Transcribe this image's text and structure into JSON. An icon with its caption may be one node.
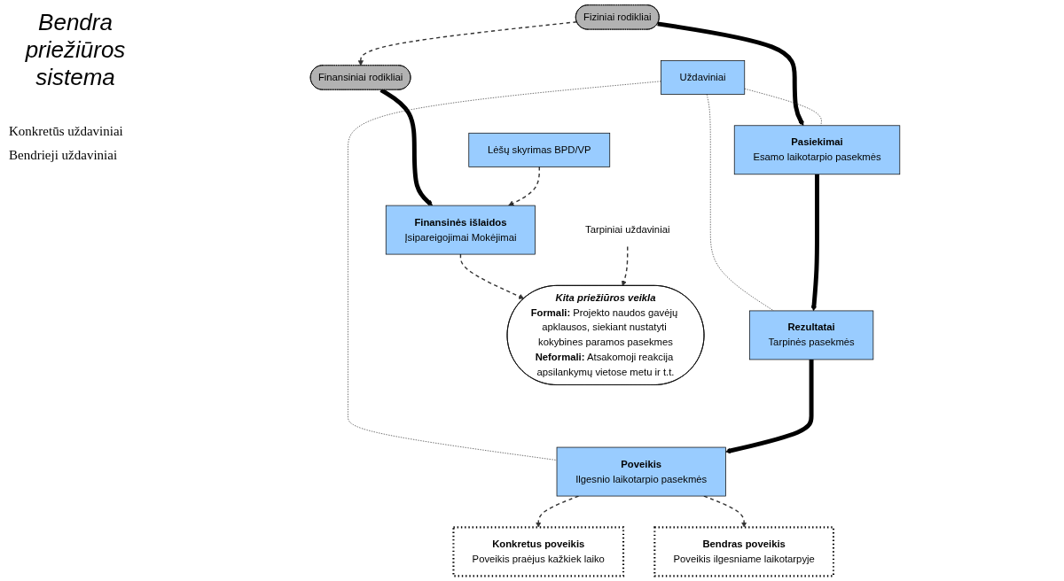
{
  "diagram": {
    "title": "Bendra priežiūros sistema",
    "nodes": [
      {
        "text": [
          "Fiziniai rodikliai"
        ]
      },
      {
        "text": [
          "Finansiniai rodikliai"
        ]
      },
      {
        "text": [
          "Lėšų skyrimas BPD/VP"
        ]
      },
      {
        "text": [
          "Pasiekimai",
          "Esamo laikotarpio pasekmės"
        ]
      },
      {
        "text": [
          "Finansinės išlaidos",
          "Įsipareigojimai Mokėjimai"
        ]
      },
      {
        "text": [
          "Uždaviniai"
        ]
      },
      {
        "text": [
          "Rezultatai",
          "Tarpinės pasekmės"
        ]
      },
      {
        "text": [
          "Tarpiniai uždaviniai"
        ]
      },
      {
        "text": [
          "Kita priežiūros veikla",
          "**Formali:** Projekto naudos gavėjų apklausos, siekiant nustatyti kokybines paramos pasekmes",
          "**Neformali:** Atsakomoji reakcija apsilankymų vietose metu ir t.t."
        ]
      },
      {
        "text": [
          "Poveikis",
          "Ilgesnio laikotarpio pasekmės"
        ]
      },
      {
        "text": [
          "Konkretus poveikis",
          "Poveikis praėjus kažkiek laiko"
        ]
      },
      {
        "text": [
          "Bendras poveikis",
          "Poveikis ilgesniame laikotarpyje"
        ]
      }
    ],
    "edges": [
      {
        "from": 0,
        "to": 1,
        "arrow": "to",
        "style": "dashed"
      },
      {
        "from": 0,
        "to": 3,
        "arrow": "to",
        "style": "thick"
      },
      {
        "from": 1,
        "to": 4,
        "arrow": "to",
        "style": "thick"
      },
      {
        "from": 2,
        "to": 4,
        "arrow": "to",
        "style": "dashed"
      },
      {
        "from": 5,
        "to": 3,
        "arrow": "none",
        "style": "dashed"
      },
      {
        "from": 5,
        "to": 6,
        "arrow": "none",
        "style": "dashed"
      },
      {
        "from": 5,
        "to": 9,
        "arrow": "none",
        "style": "dashed"
      },
      {
        "from": 3,
        "to": 6,
        "arrow": "to",
        "style": "thick"
      },
      {
        "from": 6,
        "to": 9,
        "arrow": "to",
        "style": "thick"
      },
      {
        "from": 4,
        "to": 8,
        "arrow": "to",
        "style": "dashed"
      },
      {
        "from": 7,
        "to": 8,
        "arrow": "to",
        "style": "dashed"
      },
      {
        "from": 9,
        "to": 10,
        "arrow": "to",
        "style": "dashed"
      },
      {
        "from": 9,
        "to": 11,
        "arrow": "to",
        "style": "dashed"
      }
    ],
    "labels": [
      "Konkretūs uždaviniai",
      "Bendrieji uždaviniai"
    ]
  }
}
